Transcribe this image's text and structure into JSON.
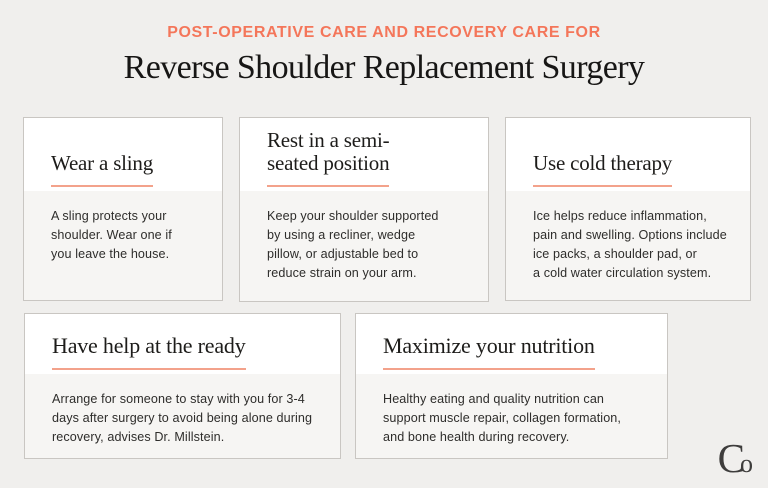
{
  "page": {
    "background_color": "#f0efed",
    "accent_color": "#f4765a",
    "underline_color": "#f3a28b"
  },
  "header": {
    "eyebrow": "POST-OPERATIVE CARE AND RECOVERY CARE FOR",
    "title": "Reverse Shoulder Replacement Surgery"
  },
  "cards": [
    {
      "title": "Wear a sling",
      "body": "A sling protects your\nshoulder. Wear one if\nyou leave the house."
    },
    {
      "title": "Rest in a semi-\nseated position",
      "body": "Keep your shoulder supported\nby using a recliner, wedge\npillow, or adjustable bed to\nreduce strain on your arm."
    },
    {
      "title": "Use cold therapy",
      "body": "Ice helps reduce inflammation,\npain and swelling. Options include\nice packs, a shoulder pad, or\na cold water circulation system."
    },
    {
      "title": "Have help at the ready",
      "body": "Arrange for someone to stay with you for 3-4\ndays after surgery to avoid being alone during\nrecovery, advises Dr. Millstein."
    },
    {
      "title": "Maximize your nutrition",
      "body": "Healthy eating and quality nutrition can\nsupport muscle repair, collagen formation,\nand bone health during recovery."
    }
  ],
  "footer": {
    "logo_c": "C",
    "logo_o": "o"
  }
}
